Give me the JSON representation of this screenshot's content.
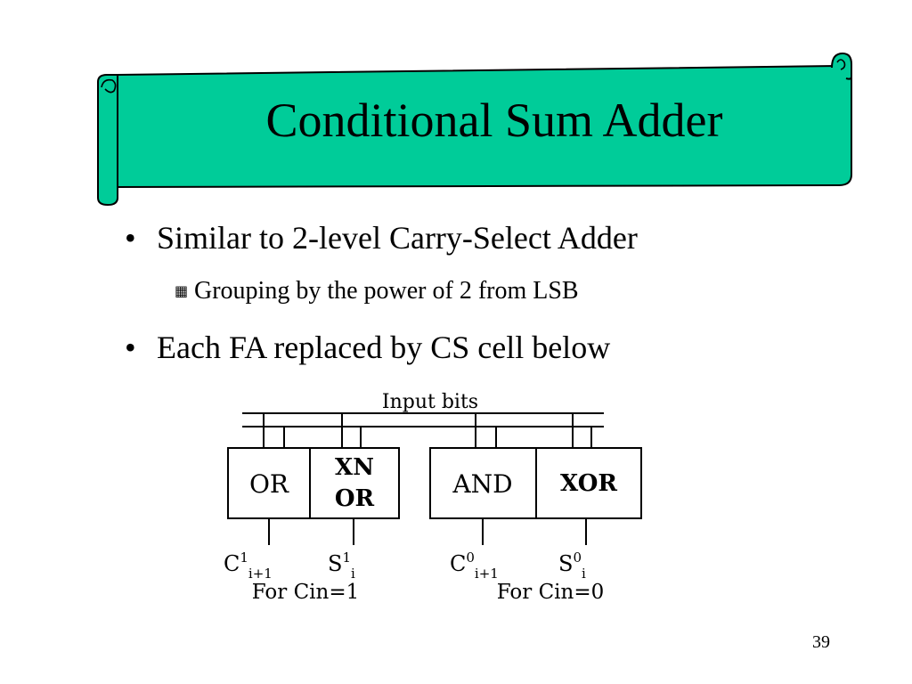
{
  "slide": {
    "title": "Conditional Sum Adder",
    "page_number": "39"
  },
  "colors": {
    "banner_fill": "#00cc99",
    "outline": "#000000"
  },
  "bullets": [
    {
      "text": "Similar to 2-level Carry-Select Adder"
    },
    {
      "text": "Each FA replaced by CS cell below"
    }
  ],
  "sub_bullets": [
    {
      "text": "Grouping by the power of 2 from LSB"
    }
  ],
  "diagram": {
    "input_label": "Input bits",
    "gates": [
      "OR",
      "XN",
      "OR",
      "AND",
      "XOR"
    ],
    "outputs": [
      {
        "base": "C",
        "sup": "1",
        "sub": "i+1"
      },
      {
        "base": "S",
        "sup": "1",
        "sub": "i"
      },
      {
        "base": "C",
        "sup": "0",
        "sub": "i+1"
      },
      {
        "base": "S",
        "sup": "0",
        "sub": "i"
      }
    ],
    "group_labels": [
      "For Cin=1",
      "For Cin=0"
    ]
  }
}
